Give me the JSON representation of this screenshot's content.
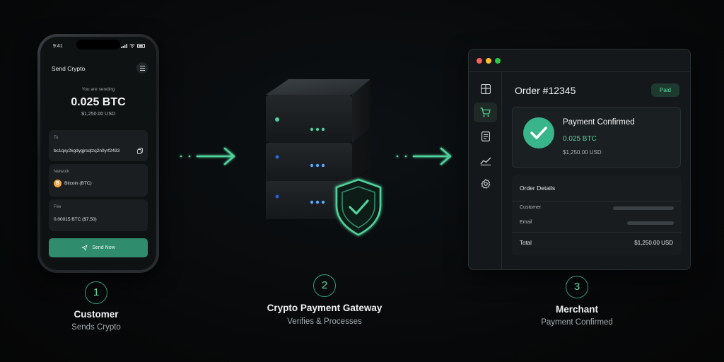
{
  "phone": {
    "status_time": "9:41",
    "app_title": "Send Crypto",
    "sending_label": "You are sending",
    "amount": "0.025 BTC",
    "amount_usd": "$1,250.00 USD",
    "to_label": "To",
    "to_address": "bc1qxy2kgdygjrsqtzq2n0yrf2493",
    "network_label": "Network",
    "network_value": "Bitcoin (BTC)",
    "network_coin_symbol": "B",
    "fee_label": "Fee",
    "fee_value": "0.00015 BTC ($7.50)",
    "send_button": "Send Now"
  },
  "merchant_window": {
    "order_title": "Order #12345",
    "badge": "Paid",
    "confirm_title": "Payment Confirmed",
    "confirm_btc": "0.025 BTC",
    "confirm_usd": "$1,250.00 USD",
    "details_title": "Order Details",
    "customer_label": "Customer",
    "email_label": "Email",
    "total_label": "Total",
    "total_value": "$1,250.00 USD",
    "sidebar_icons": [
      "dashboard-icon",
      "cart-icon",
      "invoice-icon",
      "analytics-icon",
      "settings-icon"
    ],
    "active_sidebar_index": 1
  },
  "steps": [
    {
      "number": "1",
      "title": "Customer",
      "subtitle": "Sends Crypto"
    },
    {
      "number": "2",
      "title": "Crypto Payment Gateway",
      "subtitle": "Verifies & Processes"
    },
    {
      "number": "3",
      "title": "Merchant",
      "subtitle": "Payment Confirmed"
    }
  ],
  "colors": {
    "accent": "#4fd19c",
    "accent_dark": "#2f8c6d",
    "background": "#070809",
    "bitcoin": "#f2a33a",
    "window_dot_red": "#ff5f57",
    "window_dot_yellow": "#febc2e",
    "window_dot_green": "#28c840"
  }
}
